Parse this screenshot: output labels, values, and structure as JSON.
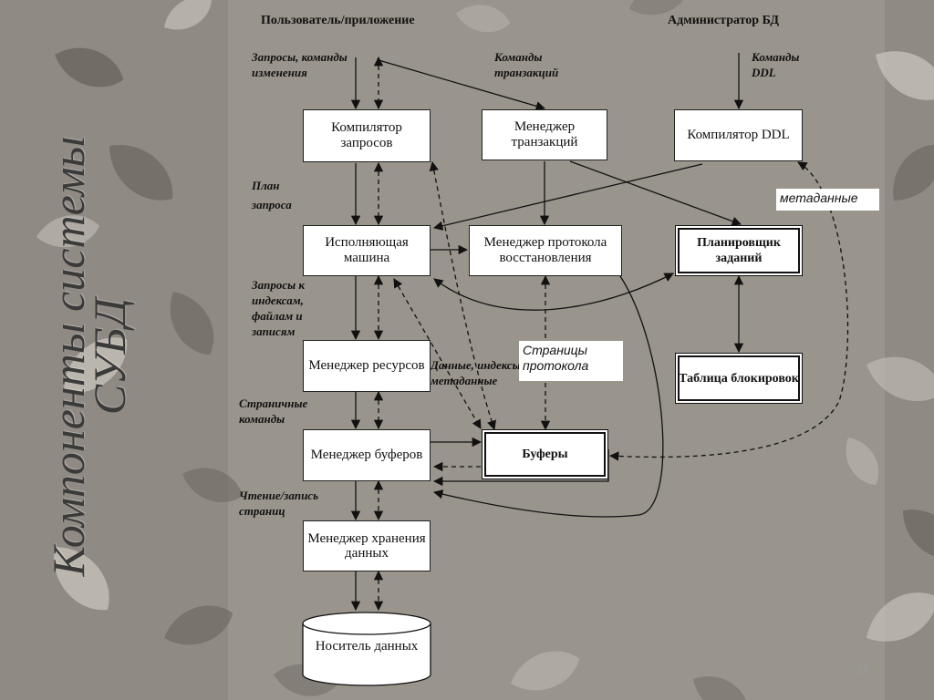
{
  "slide": {
    "title_line1": "Компоненты системы",
    "title_line2": "СУБД",
    "page_number": "16"
  },
  "headers": {
    "user_app": "Пользователь/приложение",
    "db_admin": "Администратор БД"
  },
  "boxes": {
    "query_compiler": "Компилятор запросов",
    "transaction_manager": "Менеджер транзакций",
    "ddl_compiler": "Компилятор DDL",
    "execution_engine": "Исполняющая машина",
    "recovery_log_manager": "Менеджер протокола восстановления",
    "task_scheduler": "Планировщик заданий",
    "resource_manager": "Менеджер ресурсов",
    "lock_table": "Таблица блокировок",
    "buffer_manager": "Менеджер буферов",
    "buffers": "Буферы",
    "storage_manager": "Менеджер хранения данных",
    "storage_medium": "Носитель данных"
  },
  "labels": {
    "queries_commands": "Запросы, команды изменения",
    "transaction_commands": "Команды транзакций",
    "ddl_commands": "Команды DDL",
    "query_plan": "План запроса",
    "index_file_requests": "Запросы к индексам, файлам и записям",
    "data_indexes_metadata": "Данные, индексы, метаданные",
    "page_commands": "Страничные команды",
    "read_write_pages": "Чтение/запись страниц"
  },
  "notes": {
    "metadata": "метаданные",
    "log_pages": "Страницы протокола"
  },
  "colors": {
    "background": "#8f8a84",
    "leaf_light": "#c4c0b8",
    "leaf_dark": "#6e6963",
    "ink": "#111111"
  }
}
